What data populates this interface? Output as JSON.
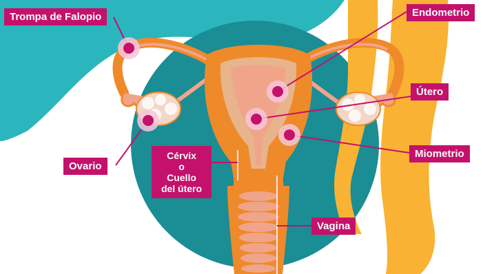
{
  "colors": {
    "label_bg": "#c4116b",
    "label_text": "#ffffff",
    "background_teal_light": "#2bb5bd",
    "background_teal_dark": "#1a8d95",
    "body_silhouette": "#f9b233",
    "uterus_outer": "#ef8a2a",
    "uterus_inner": "#f0a58a",
    "marker": "#c4116b"
  },
  "labels": {
    "trompa": "Trompa de Falopio",
    "endometrio": "Endometrio",
    "utero": "Útero",
    "ovario": "Ovario",
    "miometrio": "Miometrio",
    "cervix_line1": "Cérvix",
    "cervix_line2": "o",
    "cervix_line3": "Cuello",
    "cervix_line4": "del útero",
    "vagina": "Vagina"
  }
}
